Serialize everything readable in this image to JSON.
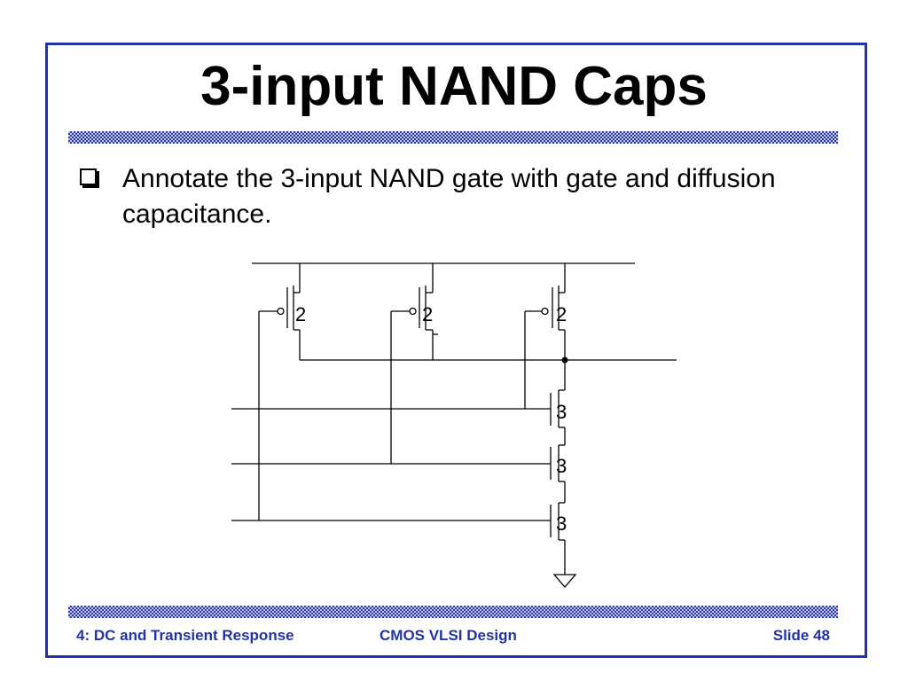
{
  "slide": {
    "title": "3-input NAND Caps",
    "bullet": "Annotate the 3-input NAND gate with gate and diffusion capacitance."
  },
  "schematic": {
    "pmos_sizes": [
      "2",
      "2",
      "2"
    ],
    "nmos_sizes": [
      "3",
      "3",
      "3"
    ]
  },
  "footer": {
    "left": "4: DC and Transient Response",
    "center": "CMOS VLSI Design",
    "right": "Slide 48"
  },
  "colors": {
    "accent": "#2233aa"
  }
}
